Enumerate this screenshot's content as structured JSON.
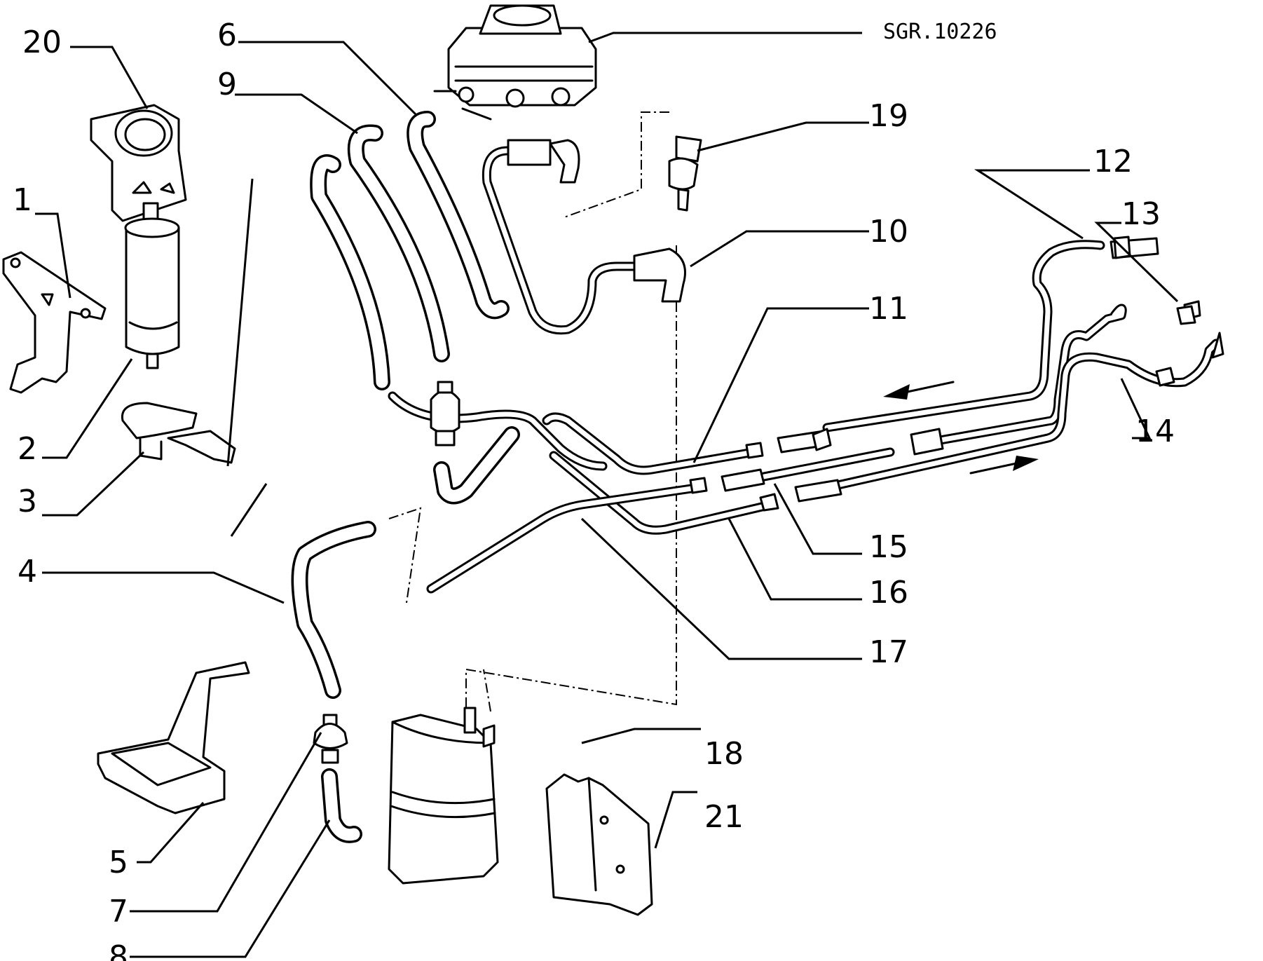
{
  "reference_code": "SGR.10226",
  "callouts": [
    "1",
    "2",
    "3",
    "4",
    "5",
    "6",
    "7",
    "8",
    "9",
    "10",
    "11",
    "12",
    "13",
    "14",
    "15",
    "16",
    "17",
    "18",
    "19",
    "20",
    "21"
  ]
}
